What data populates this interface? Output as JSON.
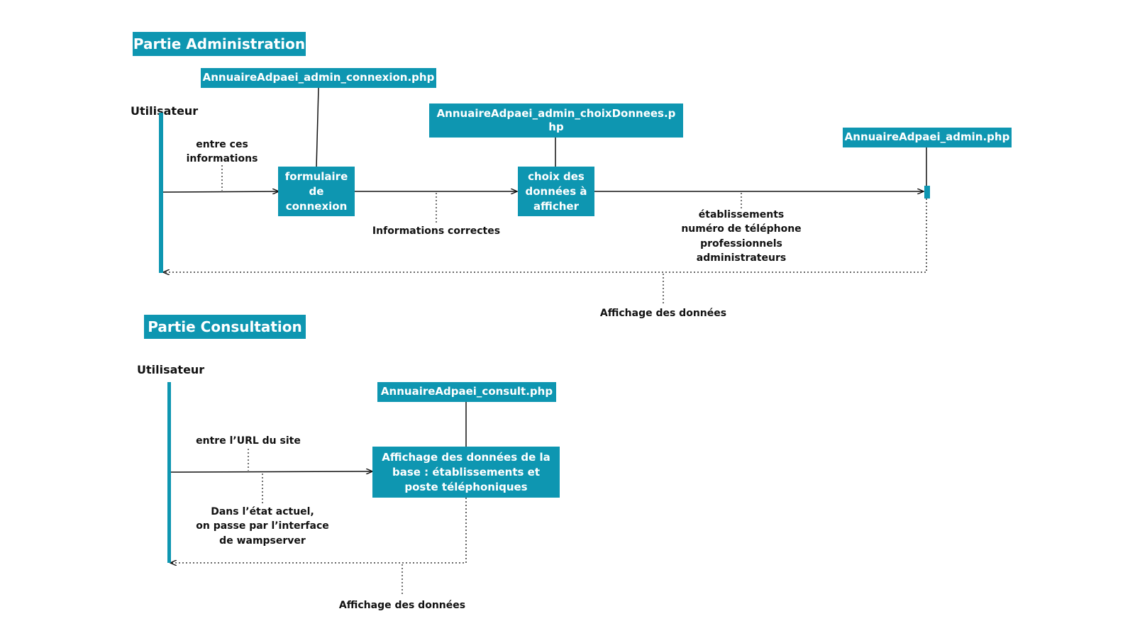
{
  "colors": {
    "accent": "#0e96b1",
    "line": "#111111"
  },
  "admin": {
    "section_title": "Partie Administration",
    "actor": "Utilisateur",
    "connexion_file": "AnnuaireAdpaei_admin_connexion.php",
    "choix_file": "AnnuaireAdpaei_admin_choixDonnees.php",
    "admin_file": "AnnuaireAdpaei_admin.php",
    "form_box": "formulaire de connexion",
    "choice_box": "choix des données à afficher",
    "msg_enter": "entre ces informations",
    "msg_correct": "Informations correctes",
    "msg_data": "établissements\nnuméro de téléphone\nprofessionnels\nadministrateurs",
    "msg_return": "Affichage des données"
  },
  "consult": {
    "section_title": "Partie Consultation",
    "actor": "Utilisateur",
    "consult_file": "AnnuaireAdpaei_consult.php",
    "display_box": "Affichage des données de la base  : établissements et poste téléphoniques",
    "msg_url": "entre l’URL du site",
    "msg_wamp": "Dans l’état actuel,\non passe par l’interface\nde wampserver",
    "msg_return": "Affichage des données"
  }
}
